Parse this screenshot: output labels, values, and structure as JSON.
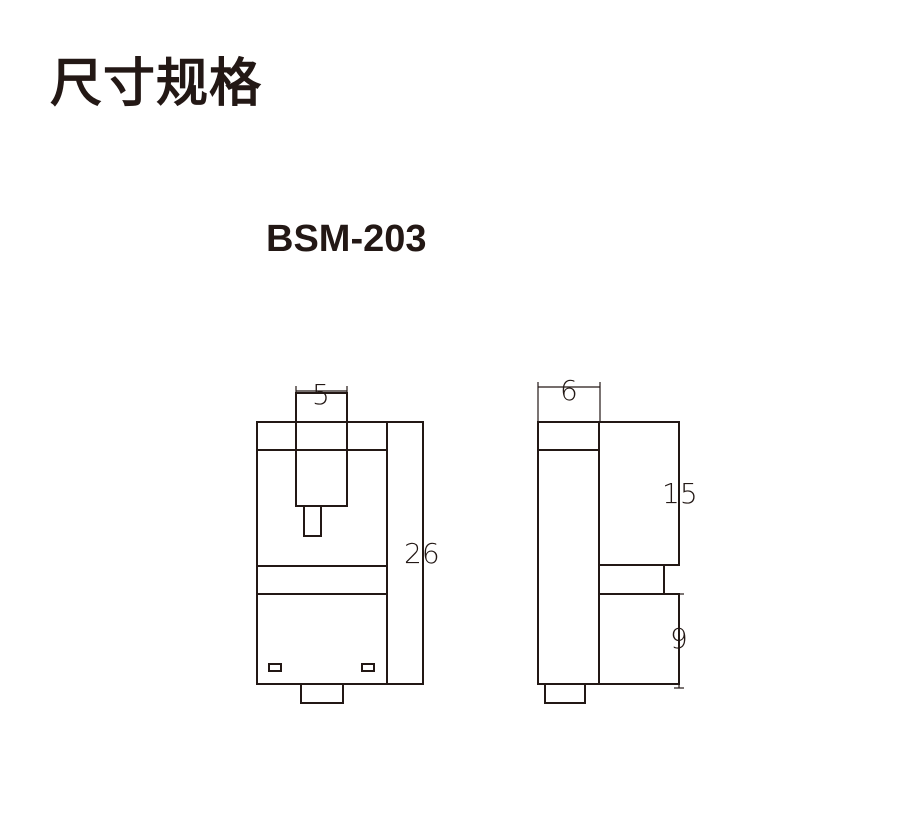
{
  "title": "尺寸规格",
  "model": "BSM-203",
  "front_view": {
    "top_width_label": "5",
    "height_label": "26"
  },
  "side_view": {
    "top_width_label": "6",
    "upper_height_label": "15",
    "lower_height_label": "9"
  }
}
